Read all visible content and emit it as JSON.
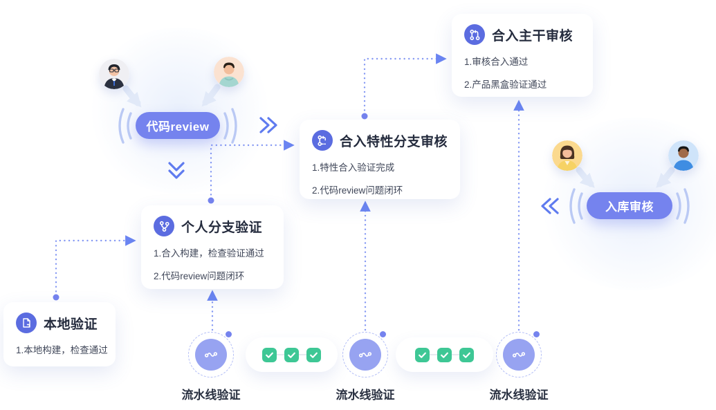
{
  "diagram_title": "code-merge-review-workflow",
  "colors": {
    "accent_icon_circle": "#5b6ce0",
    "pill_background": "#7583ee",
    "pipeline_circle": "#97a3f1",
    "connector_dotted": "#8498f3",
    "chevron": "#5f7bef",
    "sound_arc": "#bac9f4",
    "check_green": "#3ec795",
    "title_text": "#242b3d",
    "item_text": "#404759"
  },
  "cards": {
    "local": {
      "icon": "document-icon",
      "title": "本地验证",
      "items": [
        "1.本地构建，检查通过"
      ]
    },
    "personal": {
      "icon": "git-branch-icon",
      "title": "个人分支验证",
      "items": [
        "1.合入构建，检查验证通过",
        "2.代码review问题闭环"
      ]
    },
    "feature": {
      "icon": "git-merge-dashed-icon",
      "title": "合入特性分支审核",
      "items": [
        "1.特性合入验证完成",
        "2.代码review问题闭环"
      ]
    },
    "trunk": {
      "icon": "git-pull-request-icon",
      "title": "合入主干审核",
      "items": [
        "1.审核合入通过",
        "2.产品黑盒验证通过"
      ]
    }
  },
  "pills": {
    "code_review": {
      "label": "代码review"
    },
    "warehouse_review": {
      "label": "入库审核"
    }
  },
  "pipelines": {
    "label": "流水线验证",
    "node_count": 3,
    "checks_per_group": 3,
    "check_groups": 2
  },
  "decorations": {
    "avatars": [
      "man-glasses-suit",
      "man-teal-hoodie",
      "woman-yellow-jacket",
      "man-blue-shirt"
    ],
    "chevrons": [
      "double-chevron-right",
      "double-chevron-down",
      "double-chevron-left"
    ]
  }
}
